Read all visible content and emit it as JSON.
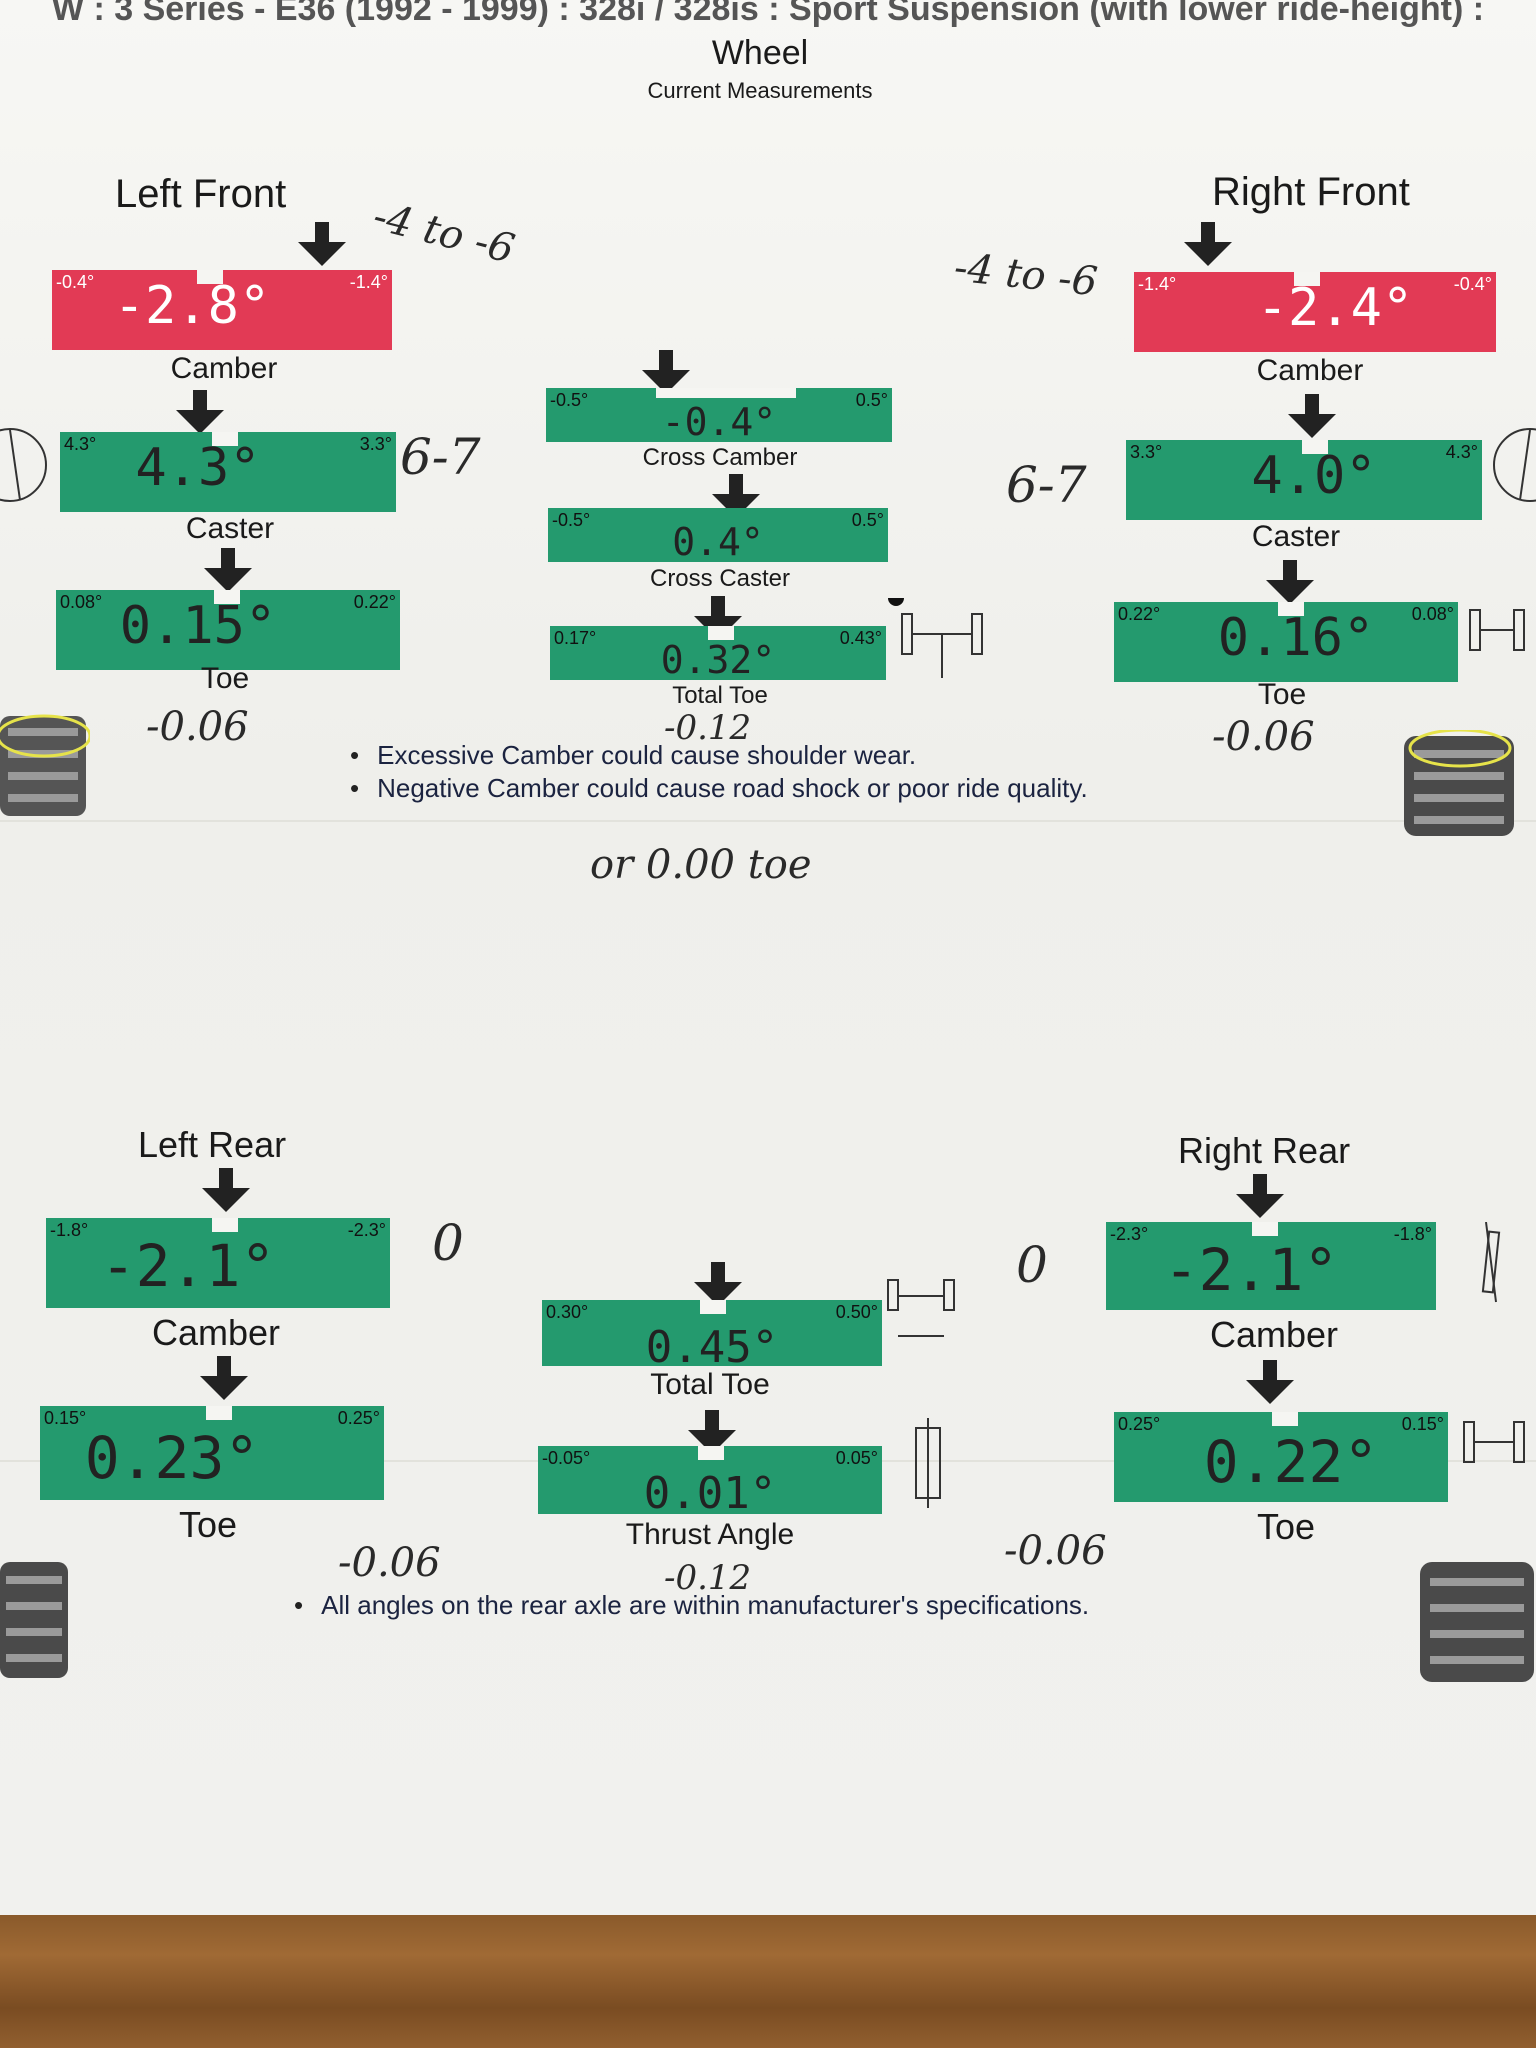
{
  "header": {
    "vehicle": "W : 3 Series - E36 (1992 - 1999) : 328i / 328is : Sport Suspension (with lower ride-height) :",
    "title": "Wheel",
    "subtitle": "Current Measurements"
  },
  "left_front": {
    "title": "Left Front",
    "camber": {
      "value": "-2.8°",
      "min": "-0.4°",
      "max": "-1.4°",
      "label": "Camber"
    },
    "caster": {
      "value": "4.3°",
      "min": "4.3°",
      "max": "3.3°",
      "label": "Caster"
    },
    "toe": {
      "value": "0.15°",
      "min": "0.08°",
      "max": "0.22°",
      "label": "Toe"
    }
  },
  "right_front": {
    "title": "Right Front",
    "camber": {
      "value": "-2.4°",
      "min": "-1.4°",
      "max": "-0.4°",
      "label": "Camber"
    },
    "caster": {
      "value": "4.0°",
      "min": "3.3°",
      "max": "4.3°",
      "label": "Caster"
    },
    "toe": {
      "value": "0.16°",
      "min": "0.22°",
      "max": "0.08°",
      "label": "Toe"
    }
  },
  "front_center": {
    "cross_camber": {
      "value": "-0.4°",
      "min": "-0.5°",
      "max": "0.5°",
      "label": "Cross Camber"
    },
    "cross_caster": {
      "value": "0.4°",
      "min": "-0.5°",
      "max": "0.5°",
      "label": "Cross Caster"
    },
    "total_toe": {
      "value": "0.32°",
      "min": "0.17°",
      "max": "0.43°",
      "label": "Total Toe"
    }
  },
  "front_notes": [
    "Excessive Camber could cause shoulder wear.",
    "Negative Camber could cause road shock or poor ride quality."
  ],
  "left_rear": {
    "title": "Left Rear",
    "camber": {
      "value": "-2.1°",
      "min": "-1.8°",
      "max": "-2.3°",
      "label": "Camber"
    },
    "toe": {
      "value": "0.23°",
      "min": "0.15°",
      "max": "0.25°",
      "label": "Toe"
    }
  },
  "right_rear": {
    "title": "Right Rear",
    "camber": {
      "value": "-2.1°",
      "min": "-2.3°",
      "max": "-1.8°",
      "label": "Camber"
    },
    "toe": {
      "value": "0.22°",
      "min": "0.25°",
      "max": "0.15°",
      "label": "Toe"
    }
  },
  "rear_center": {
    "total_toe": {
      "value": "0.45°",
      "min": "0.30°",
      "max": "0.50°",
      "label": "Total Toe"
    },
    "thrust": {
      "value": "0.01°",
      "min": "-0.05°",
      "max": "0.05°",
      "label": "Thrust Angle"
    }
  },
  "rear_notes": [
    "All angles on the rear axle are within manufacturer's specifications."
  ],
  "handwriting": {
    "lf_camber": "-4 to -6",
    "rf_camber": "-4 to -6",
    "lf_caster": "6-7",
    "rf_caster": "6-7",
    "lf_toe": "-0.06",
    "rf_toe": "-0.06",
    "front_total": "-0.12",
    "or_toe": "or  0.00 toe",
    "lr_camber": "0",
    "rr_camber": "0",
    "lr_toe": "-0.06",
    "rr_toe": "-0.06",
    "rear_total": "-0.12"
  }
}
